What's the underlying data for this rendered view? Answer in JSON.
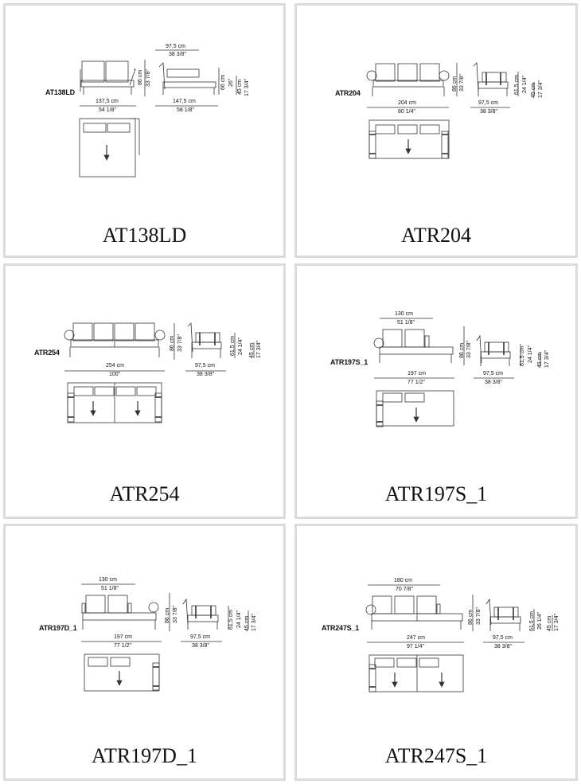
{
  "page": {
    "background": "#ffffff",
    "card_border_color": "#dcdcdc"
  },
  "cards": [
    {
      "title": "AT138LD",
      "drawing_label": "AT138LD",
      "front_width_cm": "137,5 cm",
      "front_width_in": "54 1/8\"",
      "side_depth_cm": "97,5 cm",
      "side_depth_in": "38 3/8\"",
      "side_length_cm": "147,5 cm",
      "side_length_in": "58 1/8\"",
      "height_cm": "86 cm",
      "height_in": "33 7/8\"",
      "arm_height_cm": "66 cm",
      "arm_height_in": "26\"",
      "seat_height_cm": "45 cm",
      "seat_height_in": "17 3/4\""
    },
    {
      "title": "ATR204",
      "drawing_label": "ATR204",
      "front_width_cm": "204 cm",
      "front_width_in": "80 1/4\"",
      "side_depth_cm": "97,5 cm",
      "side_depth_in": "38 3/8\"",
      "height_cm": "86 cm",
      "height_in": "33 7/8\"",
      "arm_height_cm": "61,5 cm",
      "arm_height_in": "24 1/4\"",
      "seat_height_cm": "45 cm",
      "seat_height_in": "17 3/4\""
    },
    {
      "title": "ATR254",
      "drawing_label": "ATR254",
      "front_width_cm": "254 cm",
      "front_width_in": "100\"",
      "side_depth_cm": "97,5 cm",
      "side_depth_in": "38 3/8\"",
      "height_cm": "86 cm",
      "height_in": "33 7/8\"",
      "arm_height_cm": "61,5 cm",
      "arm_height_in": "24 1/4\"",
      "seat_height_cm": "45 cm",
      "seat_height_in": "17 3/4\""
    },
    {
      "title": "ATR197S_1",
      "drawing_label": "ATR197S_1",
      "back_width_cm": "130 cm",
      "back_width_in": "51 1/8\"",
      "front_width_cm": "197 cm",
      "front_width_in": "77 1/2\"",
      "side_depth_cm": "97,5 cm",
      "side_depth_in": "38 3/8\"",
      "height_cm": "86 cm",
      "height_in": "33 7/8\"",
      "arm_height_cm": "61,5 cm",
      "arm_height_in": "24 1/4\"",
      "seat_height_cm": "45 cm",
      "seat_height_in": "17 3/4\""
    },
    {
      "title": "ATR197D_1",
      "drawing_label": "ATR197D_1",
      "back_width_cm": "130 cm",
      "back_width_in": "51 1/8\"",
      "front_width_cm": "197 cm",
      "front_width_in": "77 1/2\"",
      "side_depth_cm": "97,5 cm",
      "side_depth_in": "38 3/8\"",
      "height_cm": "86 cm",
      "height_in": "33 7/8\"",
      "arm_height_cm": "61,5 cm",
      "arm_height_in": "24 1/4\"",
      "seat_height_cm": "45 cm",
      "seat_height_in": "17 3/4\""
    },
    {
      "title": "ATR247S_1",
      "drawing_label": "ATR247S_1",
      "back_width_cm": "180 cm",
      "back_width_in": "70 7/8\"",
      "front_width_cm": "247 cm",
      "front_width_in": "97 1/4\"",
      "side_depth_cm": "97,5 cm",
      "side_depth_in": "38 3/8\"",
      "height_cm": "86 cm",
      "height_in": "33 7/8\"",
      "arm_height_cm": "61,5 cm",
      "arm_height_in": "26 1/4\"",
      "seat_height_cm": "45 cm",
      "seat_height_in": "17 3/4\""
    }
  ]
}
